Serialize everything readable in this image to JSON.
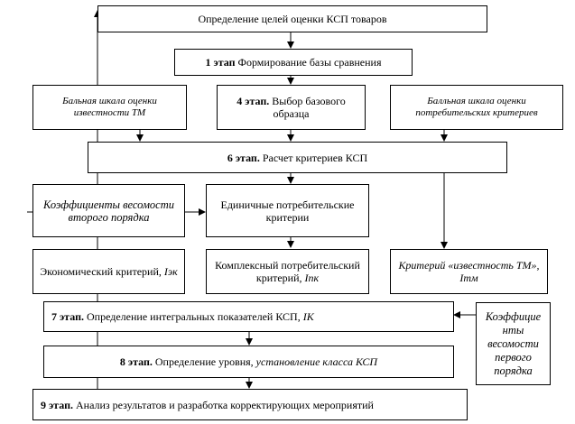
{
  "goals": "Определение целей оценки КСП товаров",
  "step1": {
    "num": "1 этап",
    "text": "Формирование базы сравнения"
  },
  "scale_tm": "Бальная шкала оценки известности ТМ",
  "step4": {
    "num": "4 этап.",
    "text": "Выбор базового образца"
  },
  "scale_consumer": "Балльная шкала оценки потребительских критериев",
  "step6": {
    "num": "6 этап.",
    "text": "Расчет критериев КСП"
  },
  "coef_second": "Коэффициенты весомости второго порядка",
  "unit_criteria": "Единичные потребительские критерии",
  "econ": {
    "text": "Экономический критерий,",
    "sym": "Iэк"
  },
  "complex": {
    "text": "Комплексный потребительский критерий,",
    "sym": "Iпк"
  },
  "tm_crit": {
    "text": "Критерий «известность ТМ», Iтм"
  },
  "step7": {
    "num": "7 этап.",
    "text": "Определение интегральных показателей КСП,",
    "sym": "IK"
  },
  "coef_first": "Коэффицие нты весомости первого порядка",
  "step8": {
    "num": "8 этап.",
    "text": "Определение уровня,",
    "italic": "установление класса КСП"
  },
  "step9": {
    "num": "9 этап.",
    "text": "Анализ результатов и разработка корректирующих мероприятий"
  }
}
